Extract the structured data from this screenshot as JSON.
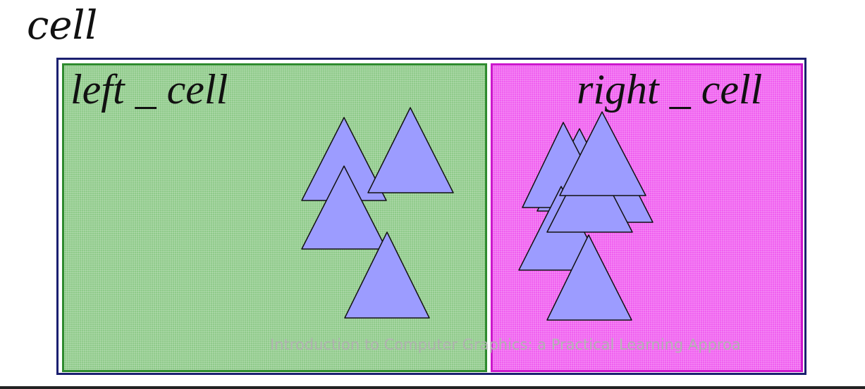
{
  "title": "cell",
  "left_cell": {
    "label": "left _ cell",
    "color": "#8fca8a"
  },
  "right_cell": {
    "label": "right _ cell",
    "color": "#f05ff0"
  },
  "triangle_color": "#9c9cff",
  "footer_text": "Introduction to Computer Graphics: a Practical Learning Approa"
}
